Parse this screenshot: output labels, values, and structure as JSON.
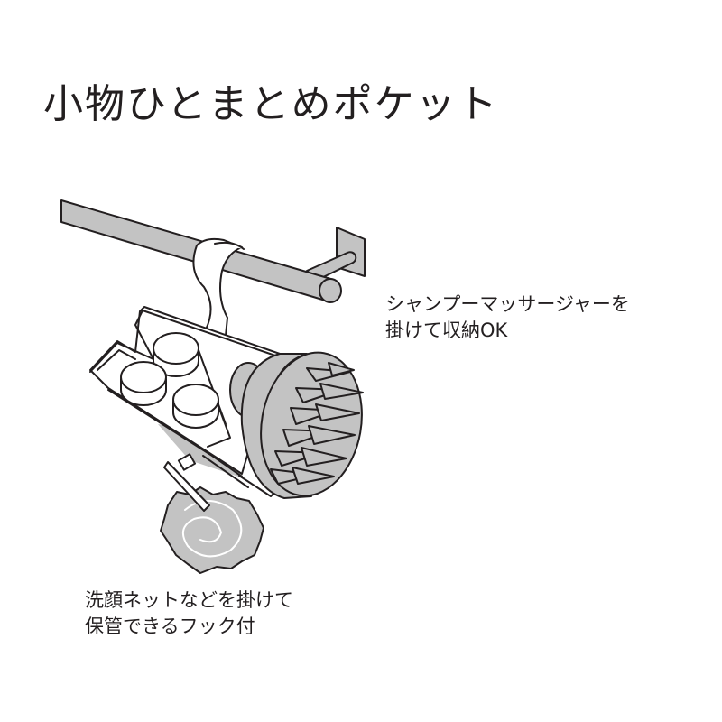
{
  "title": "小物ひとまとめポケット",
  "captions": {
    "shampoo": {
      "line1": "シャンプーマッサージャーを",
      "line2": "掛けて収納OK"
    },
    "hook": {
      "line1": "洗顔ネットなどを掛けて",
      "line2": "保管できるフック付"
    }
  },
  "colors": {
    "background": "#ffffff",
    "text": "#231f20",
    "fill_gray": "#c3c3c3",
    "outline": "#231f20"
  },
  "illustration": {
    "subject": "hanging pocket on towel bar holding bottles, shampoo massager brush and a face-wash net"
  }
}
